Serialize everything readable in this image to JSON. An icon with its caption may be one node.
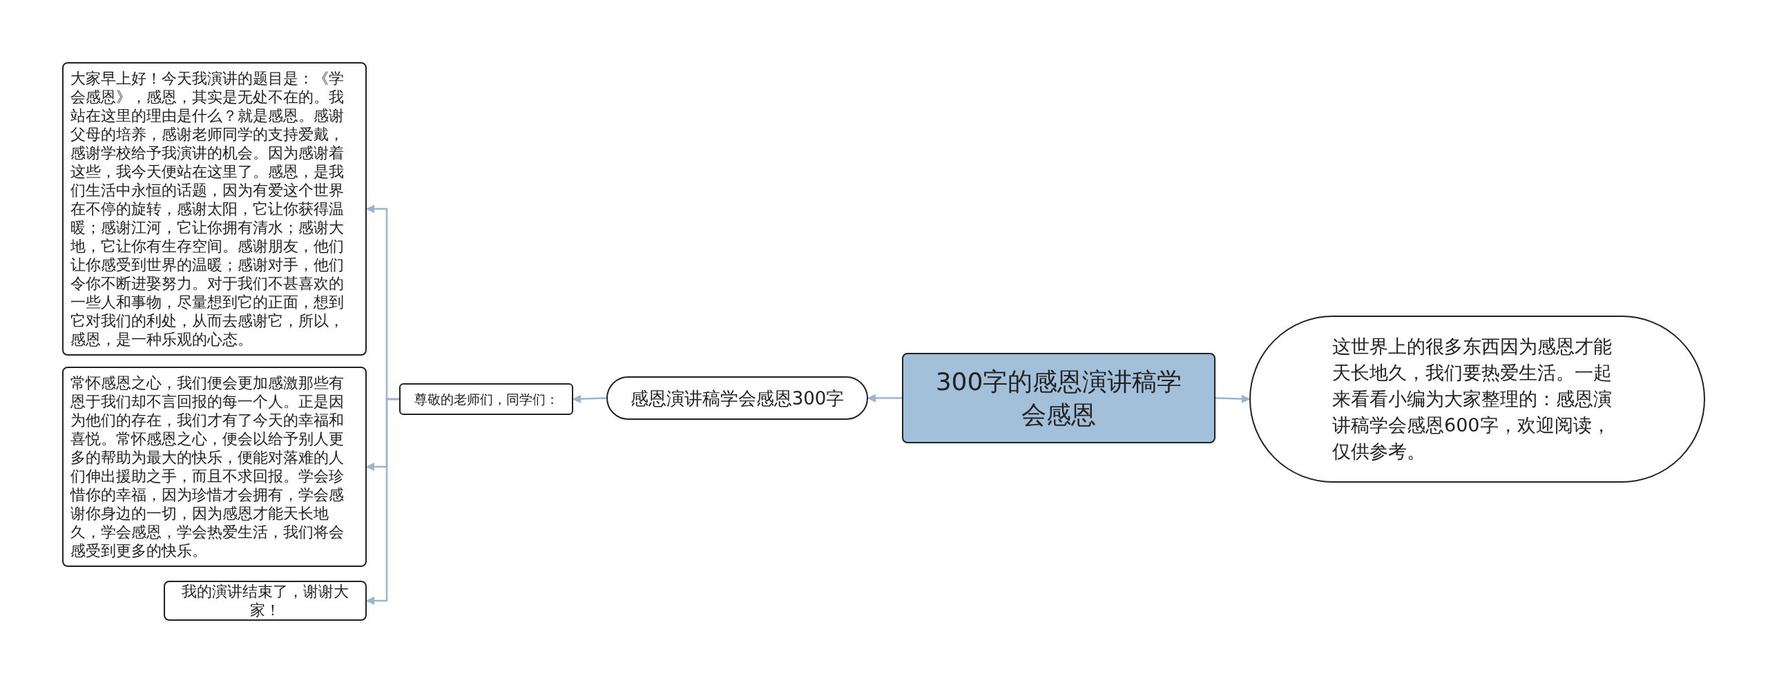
{
  "diagram": {
    "nodes": [
      {
        "text": [
          "300字的感恩演讲稿学会感恩"
        ]
      },
      {
        "text": [
          "这世界上的很多东西因为感恩才能天长地久，我们要热爱生活。一起来看看小编为大家整理的：感恩演讲稿学会感恩600字，欢迎阅读，仅供参考。"
        ]
      },
      {
        "text": [
          "感恩演讲稿学会感恩300字"
        ]
      },
      {
        "text": [
          "尊敬的老师们，同学们："
        ]
      },
      {
        "text": [
          "大家早上好！今天我演讲的题目是：《学会感恩》，感恩，其实是无处不在的。我站在这里的理由是什么？就是感恩。感谢父母的培养，感谢老师同学的支持爱戴，感谢学校给予我演讲的机会。因为感谢着这些，我今天便站在这里了。感恩，是我们生活中永恒的话题，因为有爱这个世界在不停的旋转，感谢太阳，它让你获得温暖；感谢江河，它让你拥有清水；感谢大地，它让你有生存空间。感谢朋友，他们让你感受到世界的温暖；感谢对手，他们令你不断进娶努力。对于我们不甚喜欢的一些人和事物，尽量想到它的正面，想到它对我们的利处，从而去感谢它，所以，感恩，是一种乐观的心态。"
        ]
      },
      {
        "text": [
          "常怀感恩之心，我们便会更加感激那些有恩于我们却不言回报的每一个人。正是因为他们的存在，我们才有了今天的幸福和喜悦。常怀感恩之心，便会以给予别人更多的帮助为最大的快乐，便能对落难的人们伸出援助之手，而且不求回报。学会珍惜你的幸福，因为珍惜才会拥有，学会感谢你身边的一切，因为感恩才能天长地久，学会感恩，学会热爱生活，我们将会感受到更多的快乐。"
        ]
      },
      {
        "text": [
          "我的演讲结束了，谢谢大家！"
        ]
      }
    ],
    "edges": [
      {
        "from": 0,
        "to": 1,
        "arrow": "to"
      },
      {
        "from": 0,
        "to": 2,
        "arrow": "to"
      },
      {
        "from": 2,
        "to": 3,
        "arrow": "to"
      },
      {
        "from": 3,
        "to": 4,
        "arrow": "to"
      },
      {
        "from": 3,
        "to": 5,
        "arrow": "to"
      },
      {
        "from": 3,
        "to": 6,
        "arrow": "to"
      }
    ]
  }
}
